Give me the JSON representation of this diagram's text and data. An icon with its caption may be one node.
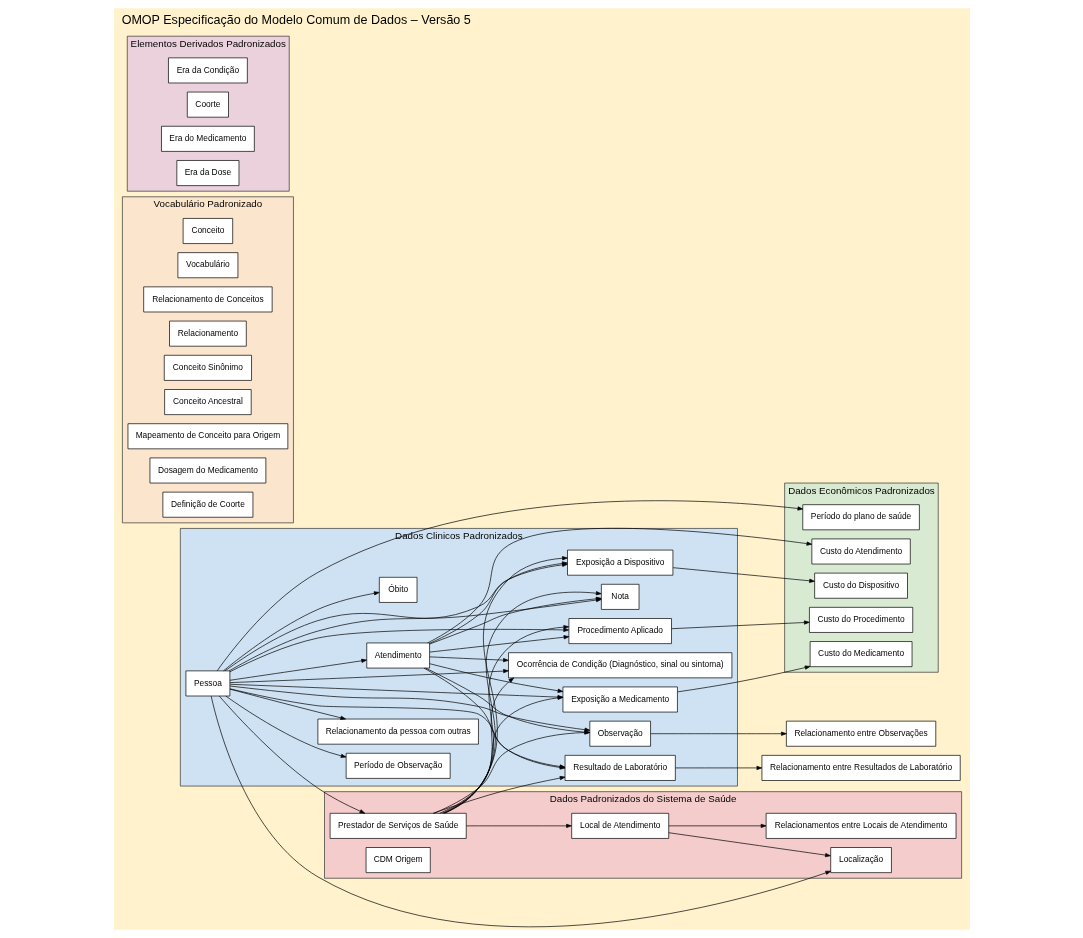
{
  "diagram": {
    "title": "OMOP Especificação do Modelo Comum de Dados – Versão 5",
    "nodes": [
      {
        "text": [
          "Dados Clinicos Padronizados"
        ]
      },
      {
        "text": [
          "Pessoa"
        ],
        "in": 0
      },
      {
        "text": [
          "Período de Observação"
        ],
        "in": 0
      },
      {
        "text": [
          "Relacionamento da pessoa com outras"
        ],
        "in": 0
      },
      {
        "text": [
          "Atendimento"
        ],
        "in": 0
      },
      {
        "text": [
          "Procedimento Aplicado"
        ],
        "in": 0
      },
      {
        "text": [
          "Exposição a Medicamento"
        ],
        "in": 0
      },
      {
        "text": [
          "Exposição a Dispositivo"
        ],
        "in": 0
      },
      {
        "text": [
          "Ocorrência de Condição (Diagnóstico, sinal ou sintoma)"
        ],
        "in": 0
      },
      {
        "text": [
          "Nota"
        ],
        "in": 0
      },
      {
        "text": [
          "Observação"
        ],
        "in": 0
      },
      {
        "text": [
          "Resultado de Laboratório"
        ],
        "in": 0
      },
      {
        "text": [
          "Óbito"
        ],
        "in": 0
      },
      {
        "text": [
          "Dados Padronizados do Sistema de Saúde"
        ]
      },
      {
        "text": [
          "Localização"
        ],
        "in": 13
      },
      {
        "text": [
          "Local de Atendimento"
        ],
        "in": 13
      },
      {
        "text": [
          "Relacionamentos entre Locais de Atendimento"
        ],
        "in": 13
      },
      {
        "text": [
          "Prestador de Serviços de Saúde"
        ],
        "in": 13
      },
      {
        "text": [
          "CDM Origem"
        ],
        "in": 13
      },
      {
        "text": [
          "Dados Econômicos Padronizados"
        ]
      },
      {
        "text": [
          "Período do plano de saúde"
        ],
        "in": 19
      },
      {
        "text": [
          "Custo do Atendimento"
        ],
        "in": 19
      },
      {
        "text": [
          "Custo do Procedimento"
        ],
        "in": 19
      },
      {
        "text": [
          "Custo do Medicamento"
        ],
        "in": 19
      },
      {
        "text": [
          "Custo do Dispositivo"
        ],
        "in": 19
      },
      {
        "text": [
          "Vocabulário Padronizado"
        ]
      },
      {
        "text": [
          "Conceito"
        ],
        "in": 25
      },
      {
        "text": [
          "Vocabulário"
        ],
        "in": 25
      },
      {
        "text": [
          "Relacionamento de Conceitos"
        ],
        "in": 25
      },
      {
        "text": [
          "Relacionamento"
        ],
        "in": 25
      },
      {
        "text": [
          "Conceito Sinônimo"
        ],
        "in": 25
      },
      {
        "text": [
          "Conceito Ancestral"
        ],
        "in": 25
      },
      {
        "text": [
          "Mapeamento de Conceito para Origem"
        ],
        "in": 25
      },
      {
        "text": [
          "Dosagem do Medicamento"
        ],
        "in": 25
      },
      {
        "text": [
          "Definição de Coorte"
        ],
        "in": 25
      },
      {
        "text": [
          "Relacionamento entre Observações"
        ]
      },
      {
        "text": [
          "Relacionamento entre Resultados de Laboratório"
        ]
      },
      {
        "text": [
          "Elementos Derivados Padronizados"
        ]
      },
      {
        "text": [
          "Era da Condição"
        ],
        "in": 37
      },
      {
        "text": [
          "Coorte"
        ],
        "in": 37
      },
      {
        "text": [
          "Era do Medicamento"
        ],
        "in": 37
      },
      {
        "text": [
          "Era da Dose"
        ],
        "in": 37
      }
    ],
    "edges": [
      {
        "from": 1,
        "to": 14,
        "arrow": "to"
      },
      {
        "from": 1,
        "to": 2,
        "arrow": "to"
      },
      {
        "from": 1,
        "to": 17,
        "arrow": "to"
      },
      {
        "from": 1,
        "to": 3,
        "arrow": "to"
      },
      {
        "from": 1,
        "to": 20,
        "arrow": "to"
      },
      {
        "from": 1,
        "to": 4,
        "arrow": "to"
      },
      {
        "from": 1,
        "to": 5,
        "arrow": "to"
      },
      {
        "from": 1,
        "to": 6,
        "arrow": "to"
      },
      {
        "from": 1,
        "to": 7,
        "arrow": "to"
      },
      {
        "from": 1,
        "to": 8,
        "arrow": "to"
      },
      {
        "from": 1,
        "to": 9,
        "arrow": "to"
      },
      {
        "from": 1,
        "to": 10,
        "arrow": "to"
      },
      {
        "from": 1,
        "to": 11,
        "arrow": "to"
      },
      {
        "from": 1,
        "to": 12,
        "arrow": "to"
      },
      {
        "from": 15,
        "to": 14,
        "arrow": "to"
      },
      {
        "from": 15,
        "to": 16,
        "arrow": "to"
      },
      {
        "from": 17,
        "to": 15,
        "arrow": "to"
      },
      {
        "from": 17,
        "to": 5,
        "arrow": "to"
      },
      {
        "from": 17,
        "to": 6,
        "arrow": "to"
      },
      {
        "from": 17,
        "to": 7,
        "arrow": "to"
      },
      {
        "from": 17,
        "to": 8,
        "arrow": "to"
      },
      {
        "from": 17,
        "to": 9,
        "arrow": "to"
      },
      {
        "from": 17,
        "to": 10,
        "arrow": "to"
      },
      {
        "from": 17,
        "to": 11,
        "arrow": "to"
      },
      {
        "from": 4,
        "to": 21,
        "arrow": "to"
      },
      {
        "from": 5,
        "to": 22,
        "arrow": "to"
      },
      {
        "from": 6,
        "to": 23,
        "arrow": "to"
      },
      {
        "from": 7,
        "to": 24,
        "arrow": "to"
      },
      {
        "from": 10,
        "to": 35,
        "arrow": "to"
      },
      {
        "from": 11,
        "to": 36,
        "arrow": "to"
      },
      {
        "from": 4,
        "to": 5,
        "arrow": "to"
      },
      {
        "from": 4,
        "to": 6,
        "arrow": "to"
      },
      {
        "from": 4,
        "to": 7,
        "arrow": "to"
      },
      {
        "from": 4,
        "to": 8,
        "arrow": "to"
      },
      {
        "from": 4,
        "to": 9,
        "arrow": "to"
      },
      {
        "from": 4,
        "to": 10,
        "arrow": "to"
      },
      {
        "from": 4,
        "to": 11,
        "arrow": "to"
      }
    ]
  }
}
